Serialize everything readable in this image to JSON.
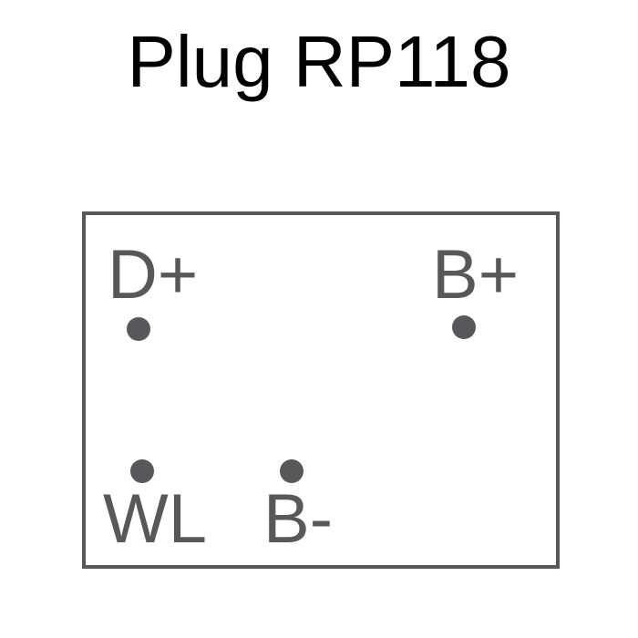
{
  "title": "Plug RP118",
  "colors": {
    "outline": "#58585a",
    "pin": "#58585a",
    "title_text": "#000000",
    "background": "#ffffff"
  },
  "pins": {
    "d_plus": {
      "label": "D+"
    },
    "b_plus": {
      "label": "B+"
    },
    "wl": {
      "label": "WL"
    },
    "b_minus": {
      "label": "B-"
    }
  }
}
